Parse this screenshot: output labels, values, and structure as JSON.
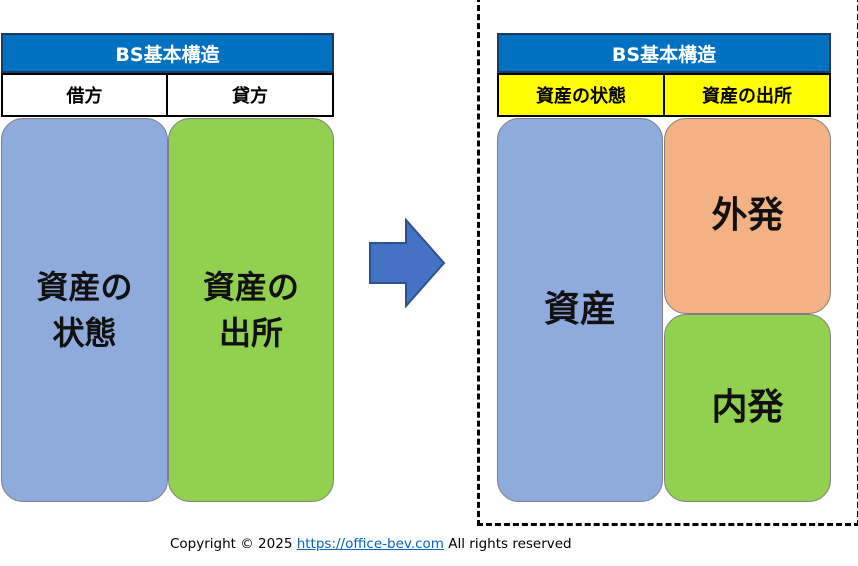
{
  "left": {
    "title": "BS基本構造",
    "debit_header": "借方",
    "credit_header": "貸方",
    "debit_block_line1": "資産の",
    "debit_block_line2": "状態",
    "credit_block_line1": "資産の",
    "credit_block_line2": "出所"
  },
  "right": {
    "title": "BS基本構造",
    "debit_header": "資産の状態",
    "credit_header": "資産の出所",
    "asset_block": "資産",
    "external_block": "外発",
    "internal_block": "内発"
  },
  "footer": {
    "prefix": "Copyright © 2025 ",
    "link": "https://office-bev.com",
    "suffix": " All rights reserved"
  },
  "colors": {
    "title_blue": "#0070c0",
    "asset_blue": "#8faadc",
    "green": "#92d050",
    "orange": "#f4b183",
    "header_yellow": "#ffff00",
    "arrow_blue": "#4472c4"
  }
}
